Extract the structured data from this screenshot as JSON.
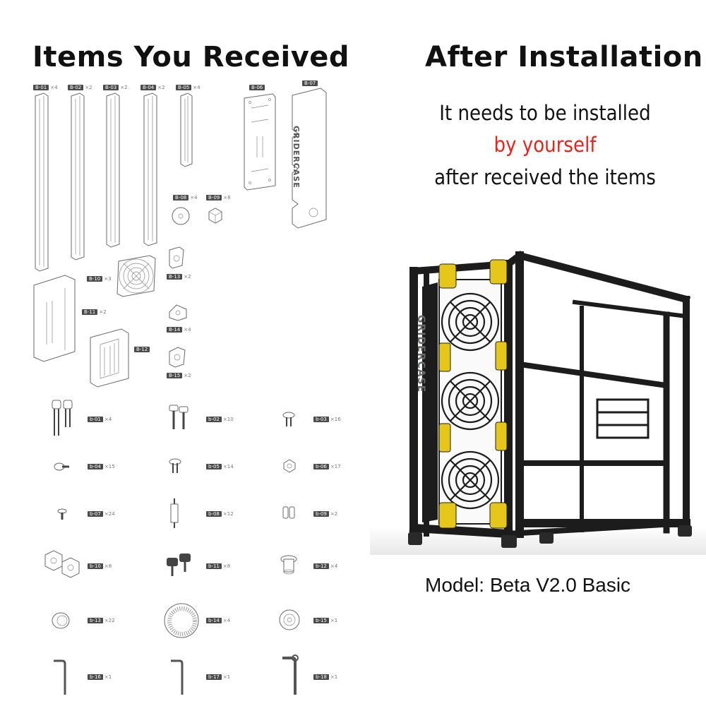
{
  "headings": {
    "left": "Items You Received",
    "right": "After Installation"
  },
  "install_note": {
    "line1": "It needs to be installed",
    "line2": "by yourself",
    "line3": "after received the items"
  },
  "model_label": "Model: Beta V2.0 Basic",
  "brand_text": "GRIDERCASE",
  "colors": {
    "accent_red": "#e8231d",
    "frame_black": "#1c1c1c",
    "bracket_yellow": "#e6c619"
  },
  "parts_large": [
    {
      "code": "B-01",
      "qty": "×4"
    },
    {
      "code": "B-02",
      "qty": "×2"
    },
    {
      "code": "B-03",
      "qty": "×2"
    },
    {
      "code": "B-04",
      "qty": "×2"
    },
    {
      "code": "B-05",
      "qty": "×4"
    },
    {
      "code": "B-06",
      "qty": ""
    },
    {
      "code": "B-07",
      "qty": ""
    },
    {
      "code": "B-08",
      "qty": "×4"
    },
    {
      "code": "B-09",
      "qty": "×8"
    },
    {
      "code": "B-10",
      "qty": "×3"
    },
    {
      "code": "B-11",
      "qty": "×2"
    },
    {
      "code": "B-12",
      "qty": ""
    },
    {
      "code": "B-13",
      "qty": "×2"
    },
    {
      "code": "B-14",
      "qty": "×4"
    },
    {
      "code": "B-15",
      "qty": "×2"
    }
  ],
  "parts_small": [
    {
      "code": "b-01",
      "qty": "×4"
    },
    {
      "code": "b-02",
      "qty": "×10"
    },
    {
      "code": "b-03",
      "qty": "×16"
    },
    {
      "code": "b-04",
      "qty": "×15"
    },
    {
      "code": "b-05",
      "qty": "×14"
    },
    {
      "code": "b-06",
      "qty": "×17"
    },
    {
      "code": "b-07",
      "qty": "×24"
    },
    {
      "code": "b-08",
      "qty": "×12"
    },
    {
      "code": "b-09",
      "qty": "×2"
    },
    {
      "code": "b-10",
      "qty": "×8"
    },
    {
      "code": "b-11",
      "qty": "×8"
    },
    {
      "code": "b-12",
      "qty": "×4"
    },
    {
      "code": "b-13",
      "qty": "×22"
    },
    {
      "code": "b-14",
      "qty": "×4"
    },
    {
      "code": "b-15",
      "qty": "×1"
    },
    {
      "code": "b-16",
      "qty": "×1"
    },
    {
      "code": "b-17",
      "qty": "×1"
    },
    {
      "code": "b-18",
      "qty": "×1"
    }
  ]
}
